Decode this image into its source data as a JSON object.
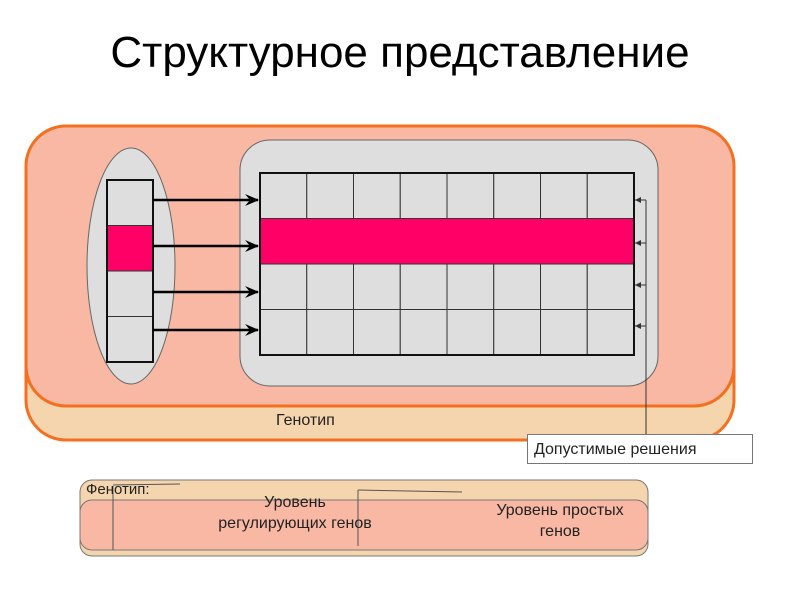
{
  "title": "Структурное представление",
  "genotype": {
    "label": "Генотип",
    "chromosome_cells": 4,
    "highlighted_chromosome_cell": 1,
    "grid_rows": 4,
    "grid_cols": 8,
    "highlighted_grid_row": 1
  },
  "solutions": {
    "label": "Допустимые решения"
  },
  "phenotype": {
    "label": "Фенотип:",
    "regulatory_level": "Уровень регулирующих генов",
    "regulatory_level_line1": "Уровень",
    "regulatory_level_line2": "регулирующих генов",
    "simple_level_line1": "Уровень простых",
    "simple_level_line2": "генов"
  },
  "colors": {
    "highlight": "#ff0066",
    "outer_fill": "#f8b8a4",
    "outer_stroke": "#f37021",
    "base_fill": "#f5d5ad",
    "inner_fill": "#dedede"
  }
}
